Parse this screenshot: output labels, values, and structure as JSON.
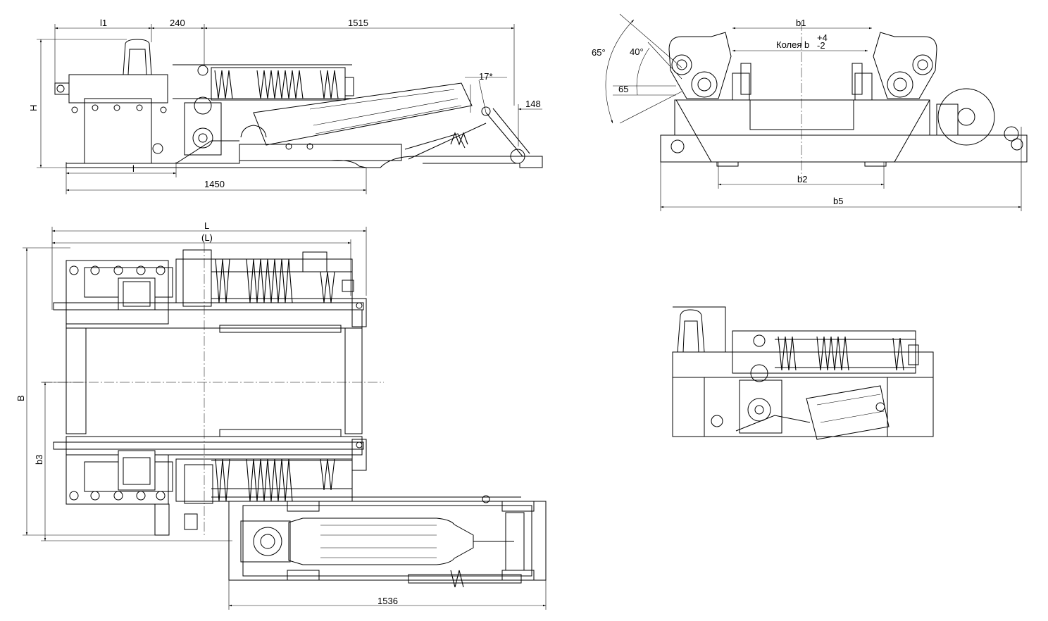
{
  "labels": {
    "l1": "l1",
    "d240": "240",
    "d1515": "1515",
    "H": "H",
    "l": "l",
    "d1450": "1450",
    "d17": "17*",
    "d148": "148",
    "b1": "b1",
    "track_gauge": "Колея b",
    "tol_plus": "+4",
    "tol_minus": "-2",
    "a65": "65°",
    "a40": "40°",
    "d65": "65",
    "b2": "b2",
    "b5": "b5",
    "L": "L",
    "L_paren": "(L)",
    "B": "B",
    "b3": "b3",
    "d1536": "1536"
  }
}
